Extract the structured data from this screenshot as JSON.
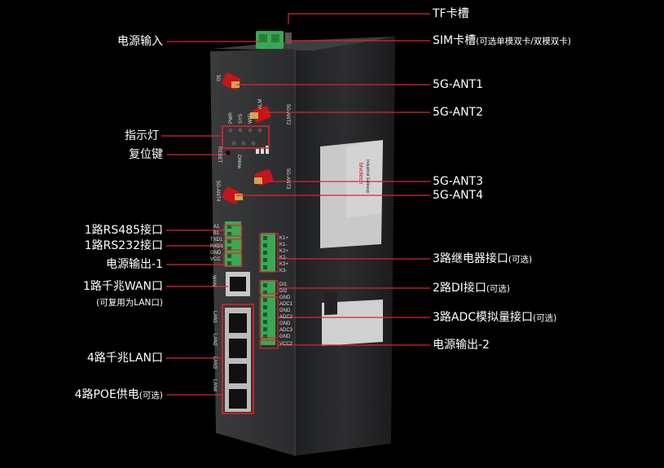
{
  "colors": {
    "background": "#000000",
    "callout": "#e0242c",
    "device_body": "#2b2c2e",
    "terminal_green": "#3aa856",
    "antenna_red": "#c4141c"
  },
  "callouts": {
    "tf_slot": "TF卡槽",
    "power_in": "电源输入",
    "sim_slot": "SIM卡槽",
    "sim_slot_note": "(可选单模双卡/双模双卡)",
    "ant1": "5G-ANT1",
    "ant2": "5G-ANT2",
    "indicator": "指示灯",
    "reset_key": "复位键",
    "ant3": "5G-ANT3",
    "ant4": "5G-ANT4",
    "rs485": "1路RS485接口",
    "rs232": "1路RS232接口",
    "power_out1": "电源输出-1",
    "wan": "1路千兆WAN口",
    "wan_note": "(可复用为LAN口)",
    "relay": "3路继电器接口",
    "relay_note": "(可选)",
    "di": "2路DI接口",
    "di_note": "(可选)",
    "adc": "3路ADC模拟量接口",
    "adc_note": "(可选)",
    "power_out2": "电源输出-2",
    "lan": "4路千兆LAN口",
    "poe": "4路POE供电",
    "poe_note": "(可选)"
  },
  "device": {
    "led_labels": [
      "PWR",
      "SYS",
      "WIFI",
      "ALM"
    ],
    "reset_label": "RESET",
    "online_label": "Online",
    "ant_labels": [
      "5G",
      "5G-ANT2",
      "5G-ANT3",
      "5G-ANT4"
    ],
    "left_pins": [
      "A1",
      "B1",
      "TXD1",
      "RXD1",
      "GND",
      "VCC"
    ],
    "right_pins": [
      "K1+",
      "K1-",
      "K2+",
      "K2-",
      "K3+",
      "K3-"
    ],
    "right_pins2": [
      "DI1",
      "DI2",
      "GND",
      "ADC1",
      "GND",
      "ADC2",
      "GND",
      "ADC3",
      "GND",
      "VCC2"
    ],
    "wan_label": "WAN",
    "lan_labels": [
      "LAN1",
      "LAN2",
      "LAN3",
      "LAN4"
    ],
    "brand": "bivotech",
    "brand_sub": "Industrial Gateway"
  }
}
